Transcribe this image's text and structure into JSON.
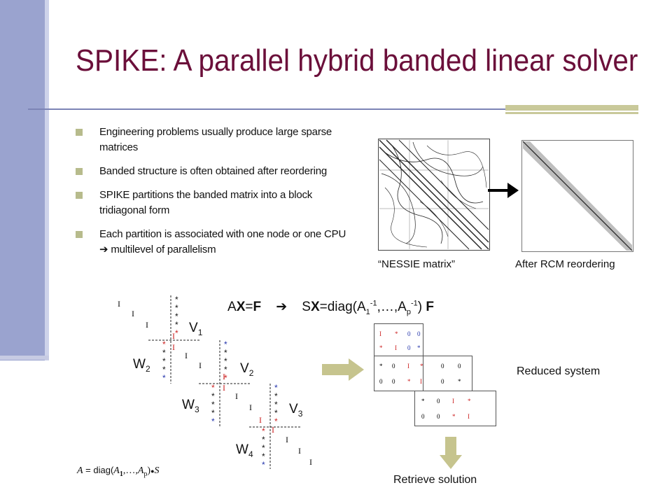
{
  "slide": {
    "title": "SPIKE: A parallel hybrid banded linear solver",
    "bullets": [
      {
        "text": "Engineering problems usually produce large sparse matrices"
      },
      {
        "text": "Banded structure is often obtained after reordering"
      },
      {
        "text": "SPIKE partitions the banded matrix into a block tridiagonal form"
      },
      {
        "text": "Each partition is associated   with one node or one CPU ➔ multilevel of parallelism"
      }
    ],
    "captions": {
      "nessie": "“NESSIE matrix”",
      "rcm": "After RCM reordering",
      "reduced": "Reduced system",
      "retrieve": "Retrieve solution"
    },
    "equation": {
      "lhs_a": "A",
      "lhs_x": "X",
      "lhs_eq": "=",
      "lhs_f": "F",
      "arrow": "➔",
      "rhs_s": "S",
      "rhs_x": "X",
      "rhs_body": "=diag(A",
      "rhs_sub1": "1",
      "rhs_sup1": "-1",
      "rhs_mid": ",…,A",
      "rhs_subp": "p",
      "rhs_supp": "-1",
      "rhs_close": ") ",
      "rhs_f": "F"
    },
    "formula": {
      "a": "A",
      "eq": " = diag(",
      "a1": "A",
      "s1": "1",
      "dots": ",…,",
      "ap": "A",
      "sp": "p",
      "close": ")",
      "dot": "●",
      "s": "S"
    },
    "spike_labels": {
      "v1": "V",
      "v1s": "1",
      "v2": "V",
      "v2s": "2",
      "v3": "V",
      "v3s": "3",
      "w2": "W",
      "w2s": "2",
      "w3": "W",
      "w3s": "3",
      "w4": "W",
      "w4s": "4"
    },
    "colors": {
      "title": "#6b0f3a",
      "sidebar": "#9aa3cf",
      "accent": "#c9c99a",
      "arrow_fill": "#c6c48e",
      "star_red": "#cc2222",
      "star_blue": "#2233aa"
    }
  }
}
